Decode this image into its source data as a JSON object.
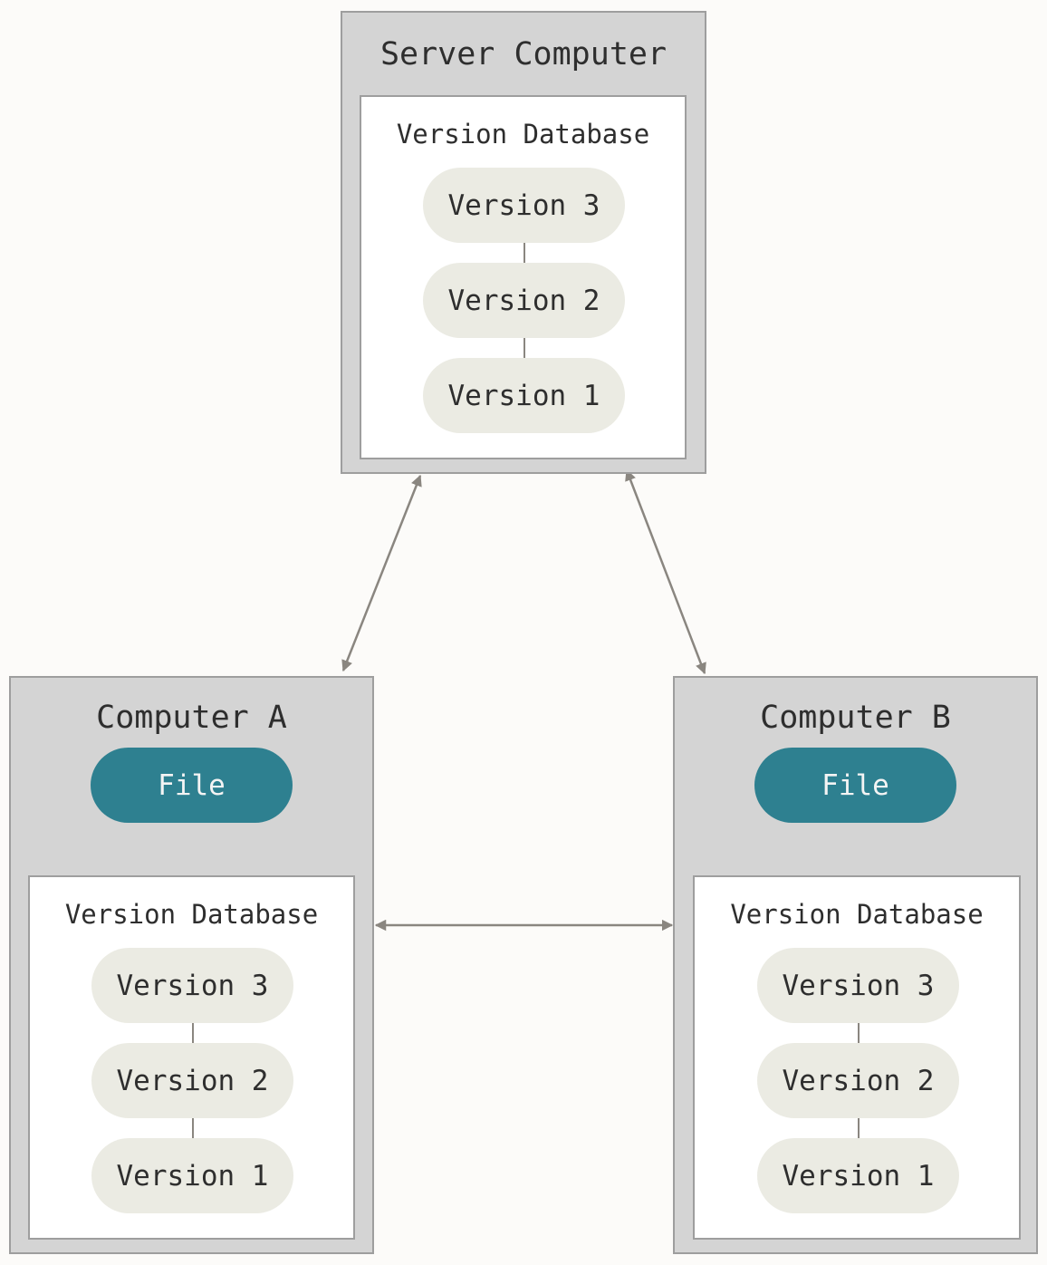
{
  "server": {
    "title": "Server Computer",
    "database_title": "Version Database",
    "versions": [
      "Version 3",
      "Version 2",
      "Version 1"
    ]
  },
  "computer_a": {
    "title": "Computer A",
    "file_label": "File",
    "database_title": "Version Database",
    "versions": [
      "Version 3",
      "Version 2",
      "Version 1"
    ]
  },
  "computer_b": {
    "title": "Computer B",
    "file_label": "File",
    "database_title": "Version Database",
    "versions": [
      "Version 3",
      "Version 2",
      "Version 1"
    ]
  },
  "colors": {
    "background": "#fcfbf9",
    "computer_fill": "#d4d4d4",
    "database_fill": "#ffffff",
    "version_fill": "#ebebe3",
    "file_fill": "#2e8090",
    "arrow": "#8a8680"
  }
}
